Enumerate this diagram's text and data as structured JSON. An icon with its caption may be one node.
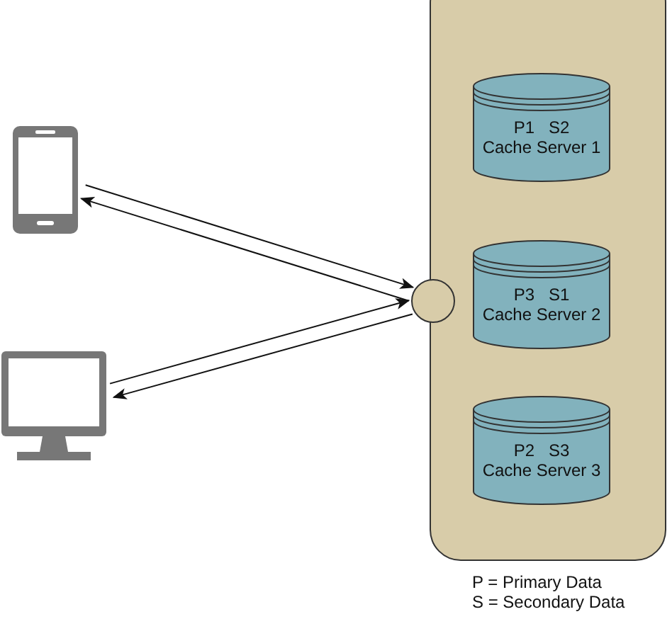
{
  "diagram": {
    "nodes": [
      {
        "text": [],
        "shape": "phone"
      },
      {
        "text": [],
        "shape": "monitor"
      },
      {
        "text": [],
        "shape": "circle"
      },
      {
        "text": [],
        "shape": "box"
      },
      {
        "text": [
          "P1 S2",
          "Cache Server 1"
        ],
        "in": 3
      },
      {
        "text": [
          "P3 S1",
          "Cache Server 2"
        ],
        "in": 3
      },
      {
        "text": [
          "P2 S3",
          "Cache Server 3"
        ],
        "in": 3
      }
    ],
    "edges": [
      {
        "from": 0,
        "to": 2,
        "arrow": "to"
      },
      {
        "from": 2,
        "to": 0,
        "arrow": "to"
      },
      {
        "from": 1,
        "to": 2,
        "arrow": "to"
      },
      {
        "from": 2,
        "to": 1,
        "arrow": "to"
      }
    ],
    "labels": [
      "P = Primary Data",
      "S = Secondary Data"
    ]
  }
}
